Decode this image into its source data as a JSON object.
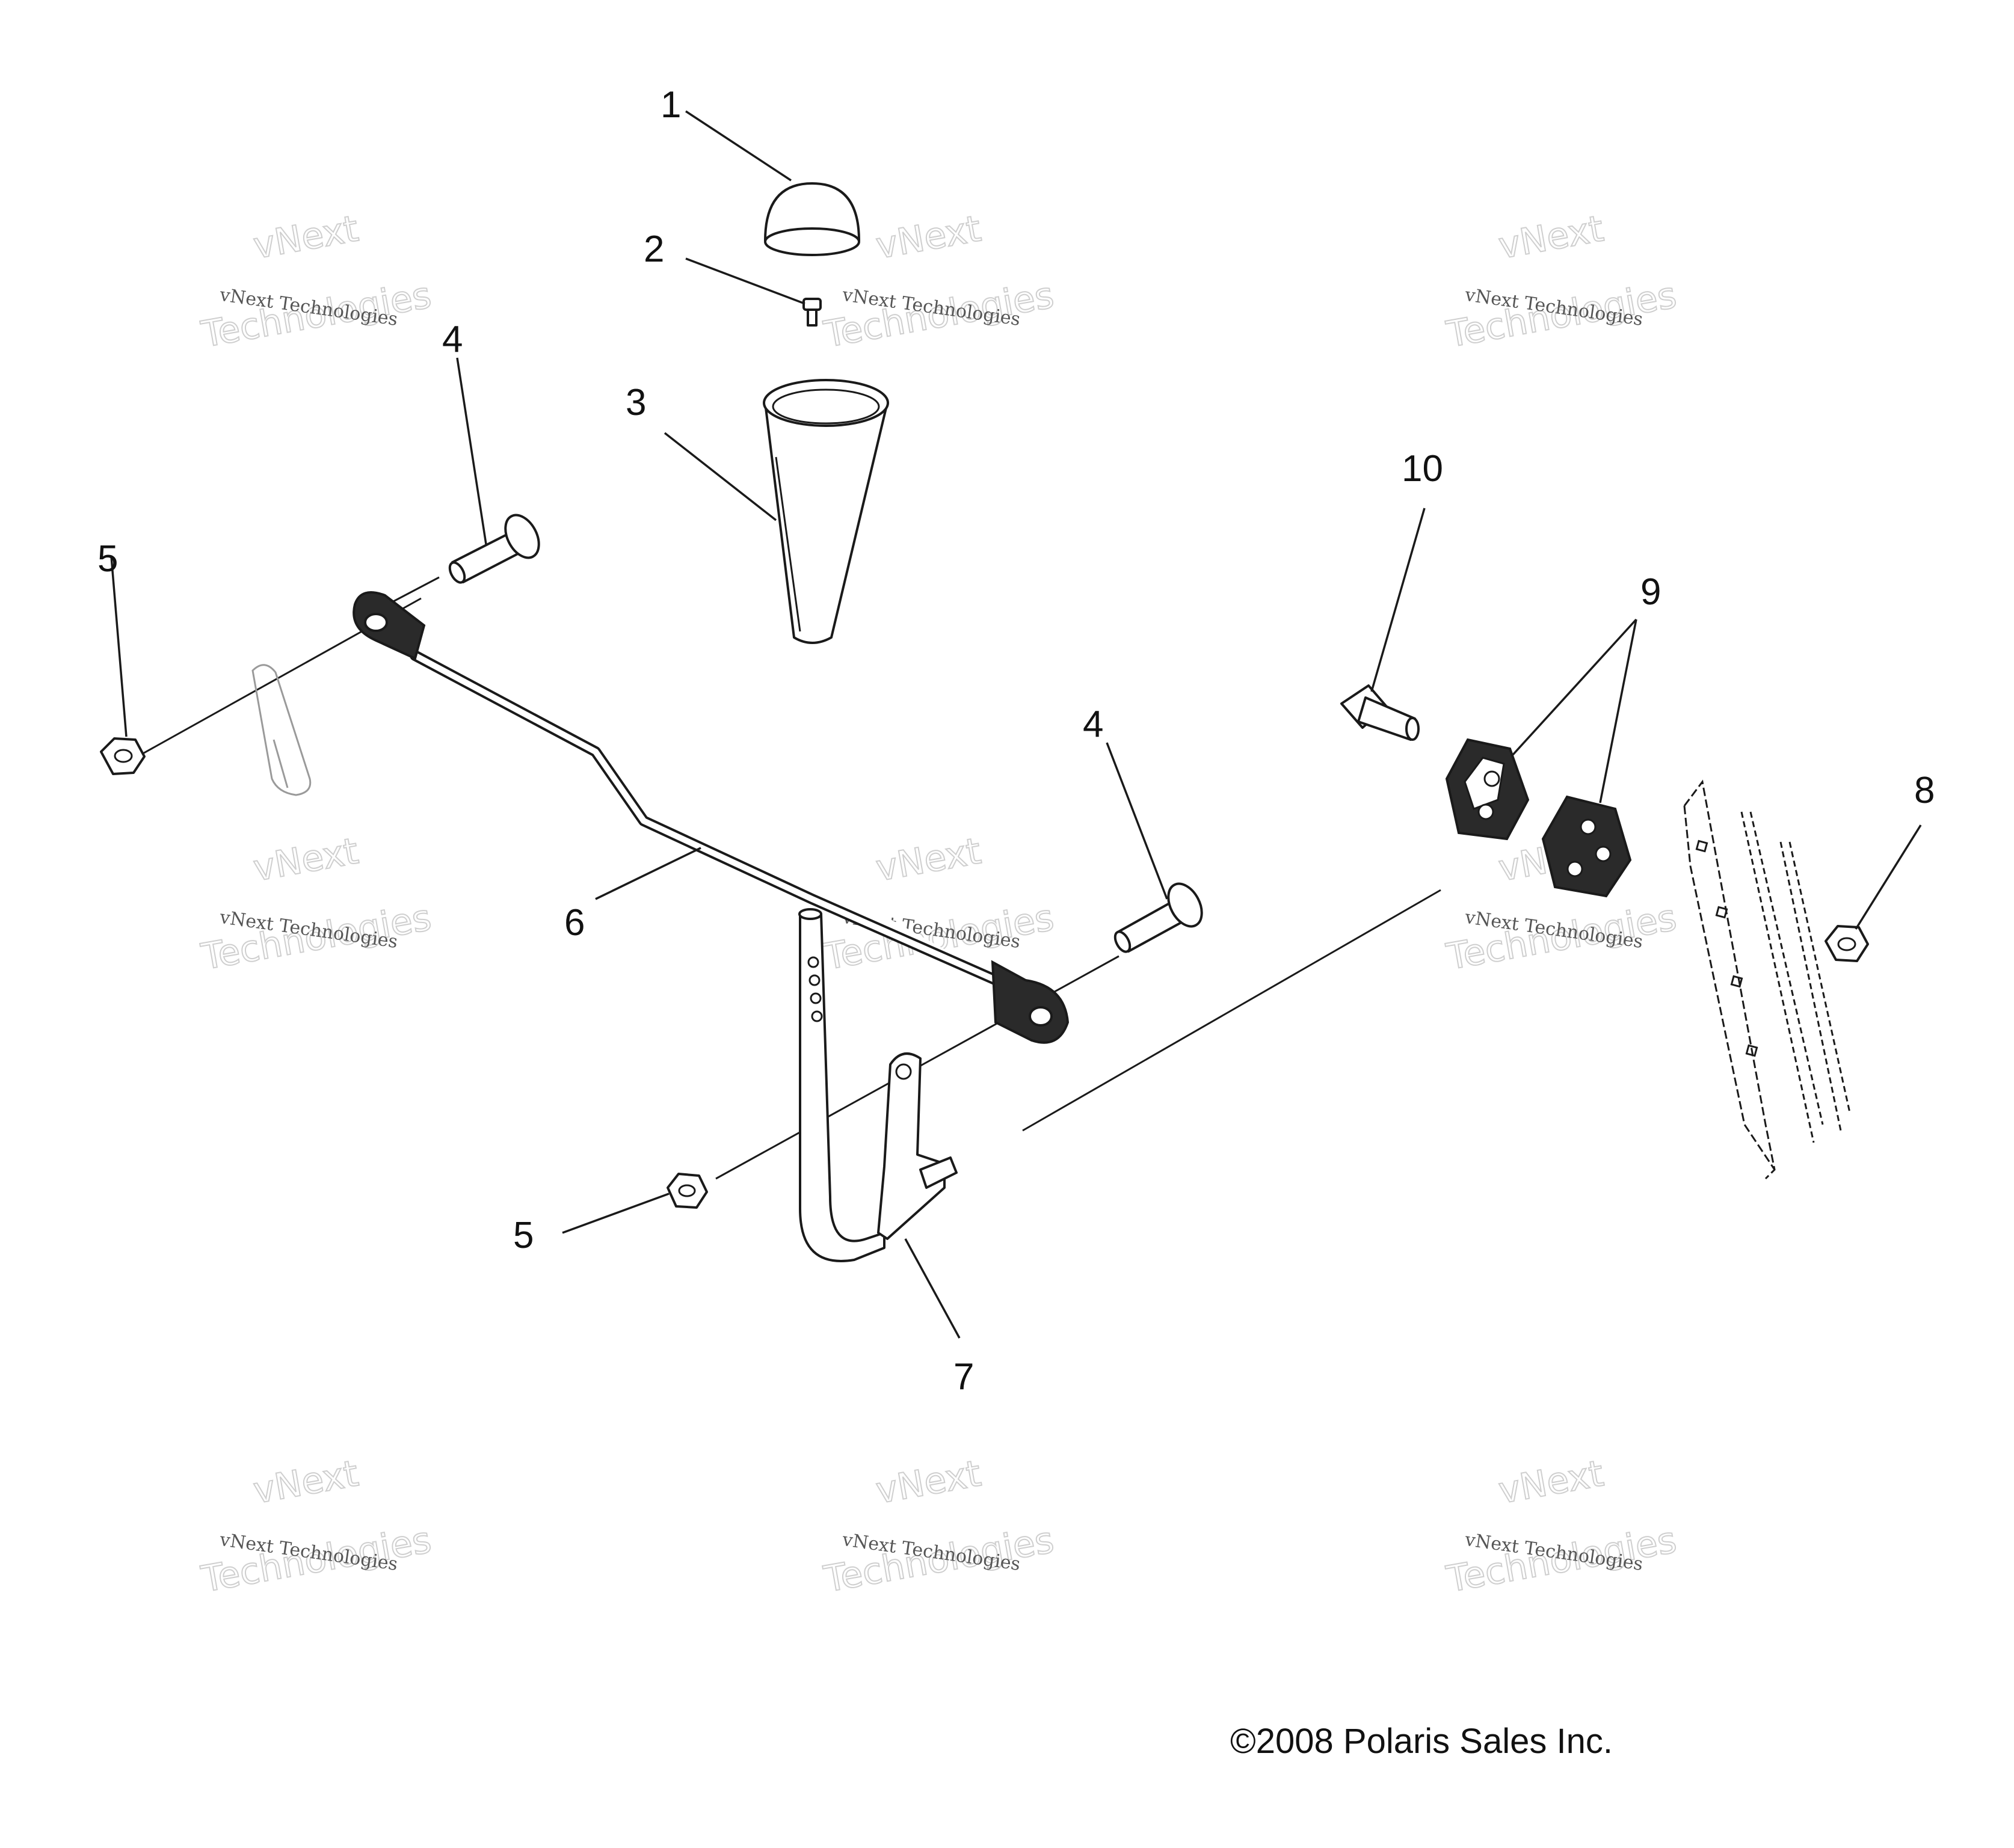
{
  "callouts": {
    "c1": "1",
    "c2": "2",
    "c3": "3",
    "c4a": "4",
    "c4b": "4",
    "c5a": "5",
    "c5b": "5",
    "c6": "6",
    "c7": "7",
    "c8": "8",
    "c9": "9",
    "c10": "10"
  },
  "watermark": {
    "line1": "vNext Technologies",
    "line2": "vNext",
    "line3": "Technologies"
  },
  "copyright": "©2008 Polaris Sales Inc."
}
